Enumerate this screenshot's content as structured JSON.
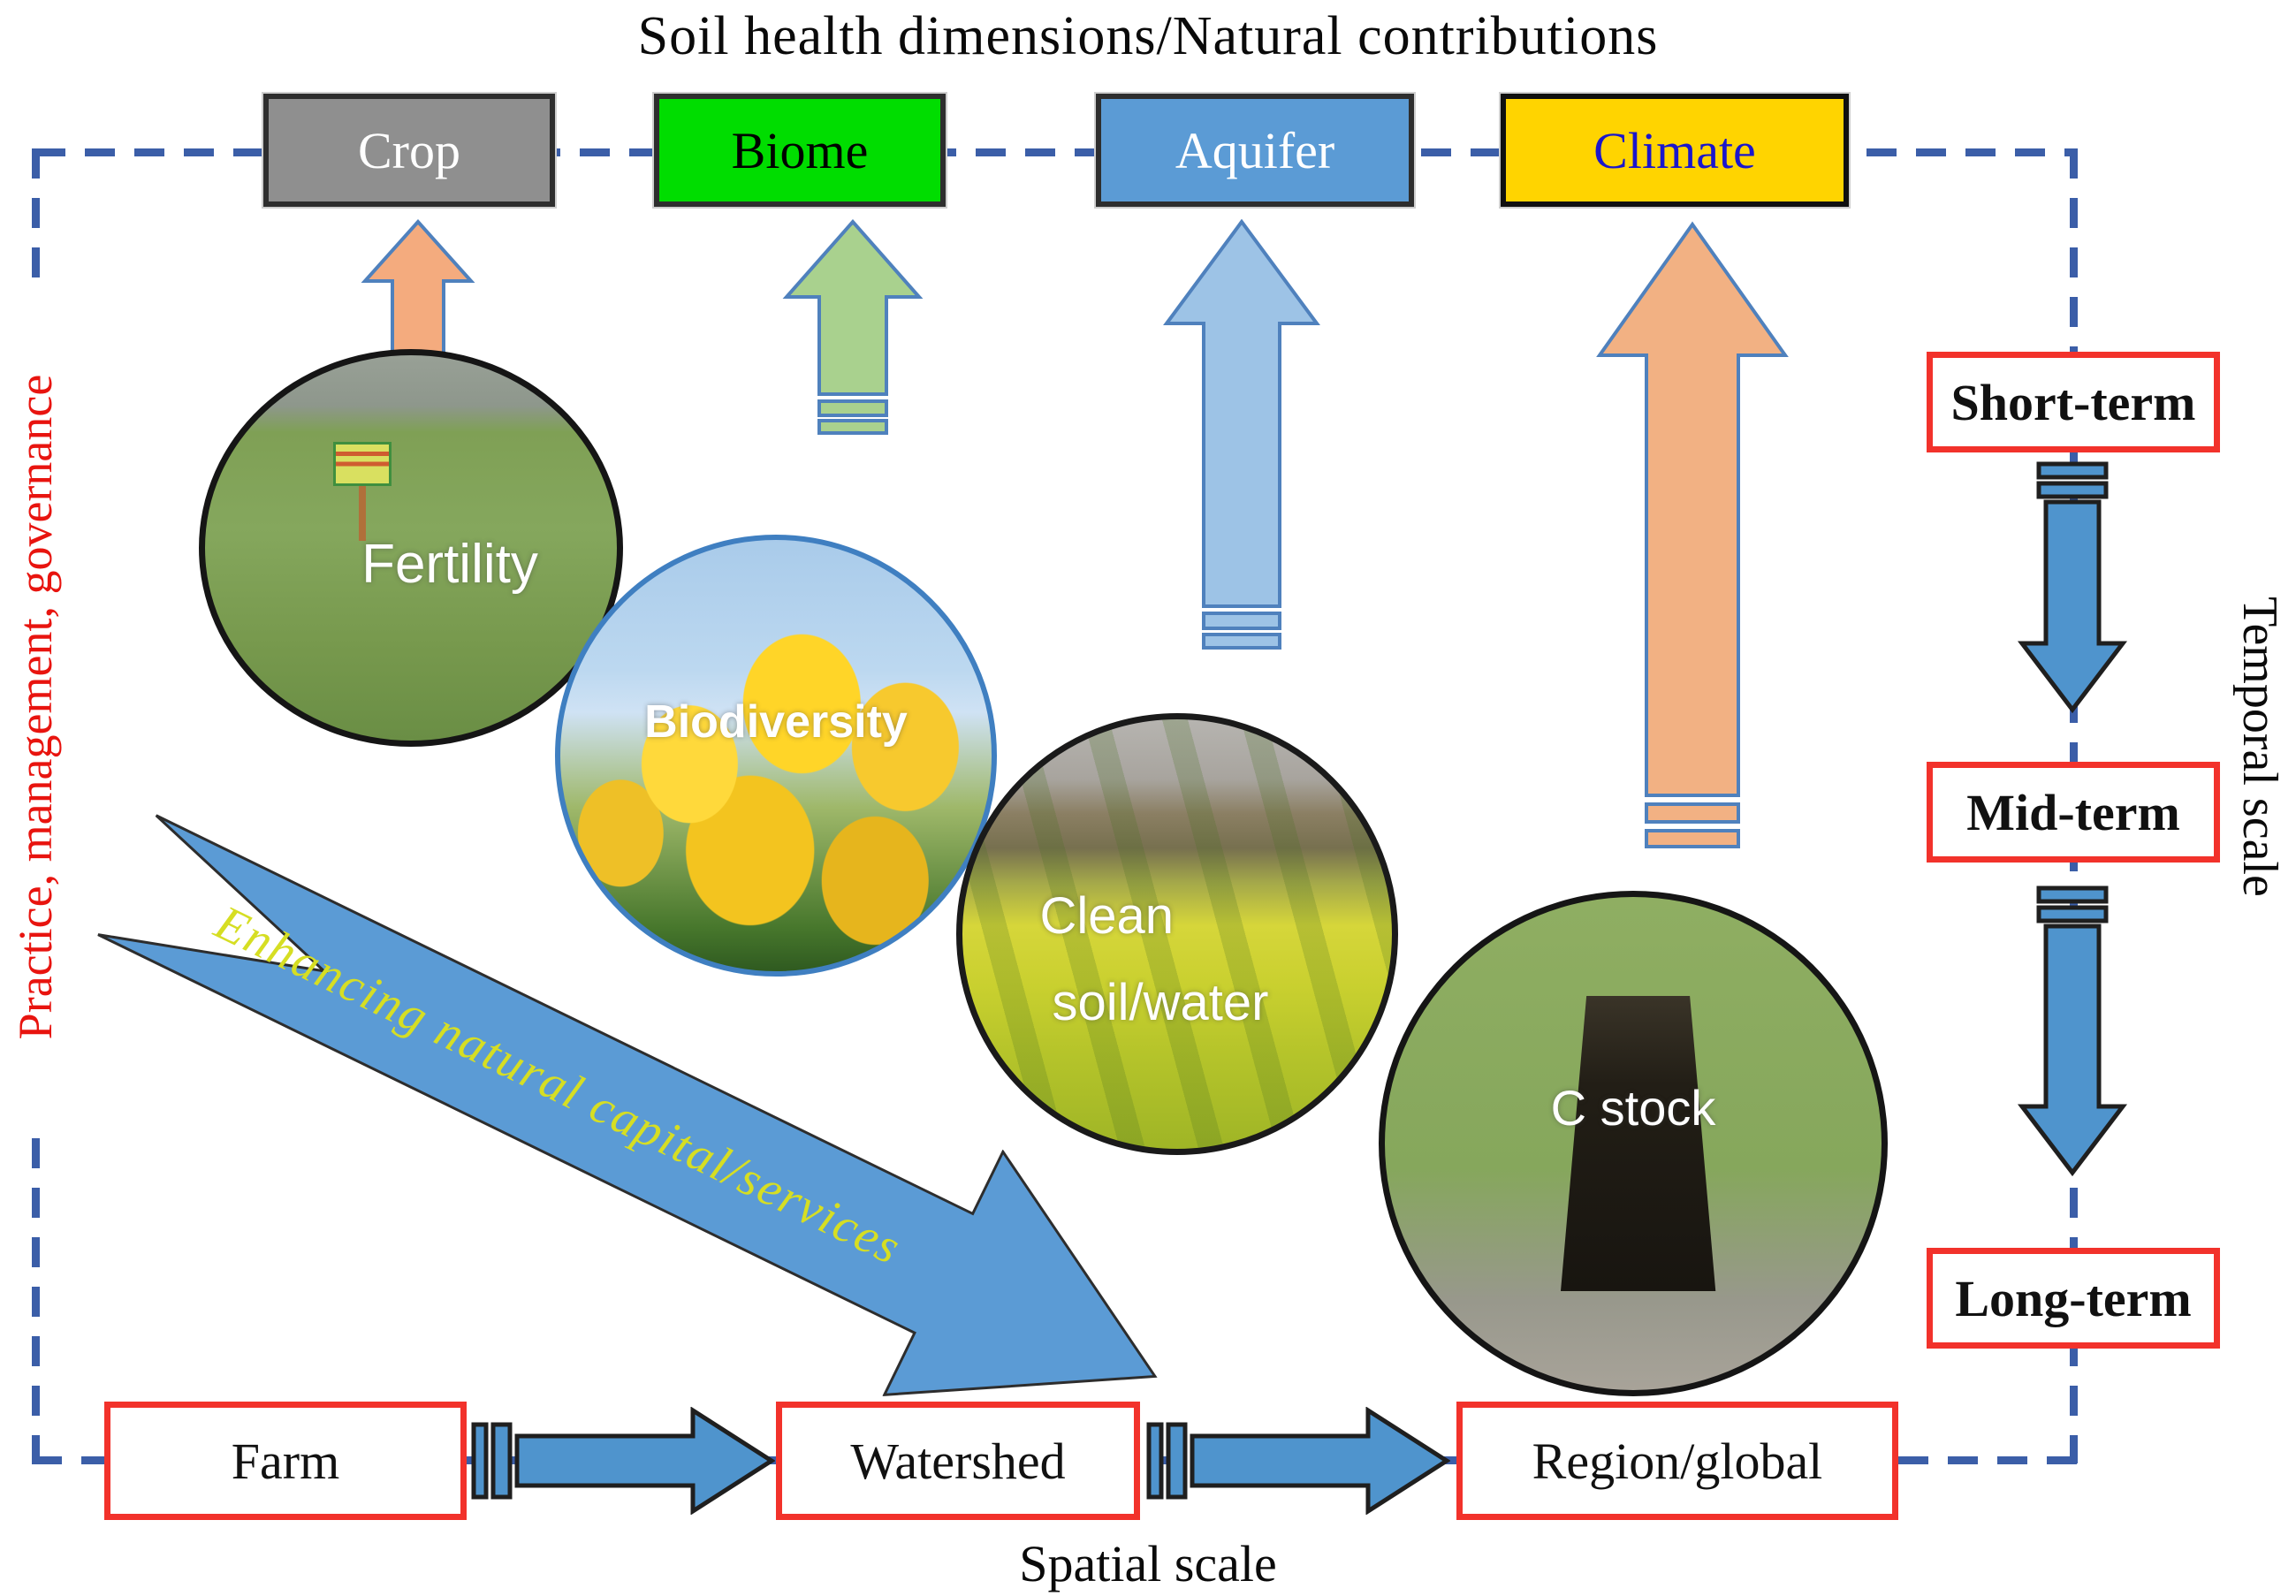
{
  "title": "Soil health dimensions/Natural contributions",
  "axes": {
    "left": "Practice, management, governance",
    "right": "Temporal scale",
    "bottom": "Spatial scale"
  },
  "dimension_boxes": [
    {
      "label": "Crop",
      "fill": "#8f8f8f",
      "text_color": "#ffffff"
    },
    {
      "label": "Biome",
      "fill": "#00dd00",
      "text_color": "#000000"
    },
    {
      "label": "Aquifer",
      "fill": "#5b9bd5",
      "text_color": "#ffffff"
    },
    {
      "label": "Climate",
      "fill": "#ffd400",
      "text_color": "#1a16cc"
    }
  ],
  "photo_circles": [
    {
      "label": "Fertility"
    },
    {
      "label": "Biodiversity"
    },
    {
      "label": "Clean",
      "label2": "soil/water"
    },
    {
      "label": "C stock"
    }
  ],
  "diagonal_arrow": {
    "label": "Enhancing natural capital/services",
    "fill": "#5b9bd5",
    "text_color": "#d6de23"
  },
  "temporal": {
    "boxes": [
      "Short-term",
      "Mid-term",
      "Long-term"
    ]
  },
  "spatial": {
    "boxes": [
      "Farm",
      "Watershed",
      "Region/global"
    ]
  },
  "colors": {
    "dashed_border": "#3b5ea8",
    "red_box_border": "#f2322b",
    "flow_arrow_fill": "#4f94cd",
    "up_arrow_fills": [
      "#f4ab7e",
      "#a9d18e",
      "#9dc3e6",
      "#f2b183"
    ],
    "up_arrow_stroke": "#4f81bd"
  }
}
